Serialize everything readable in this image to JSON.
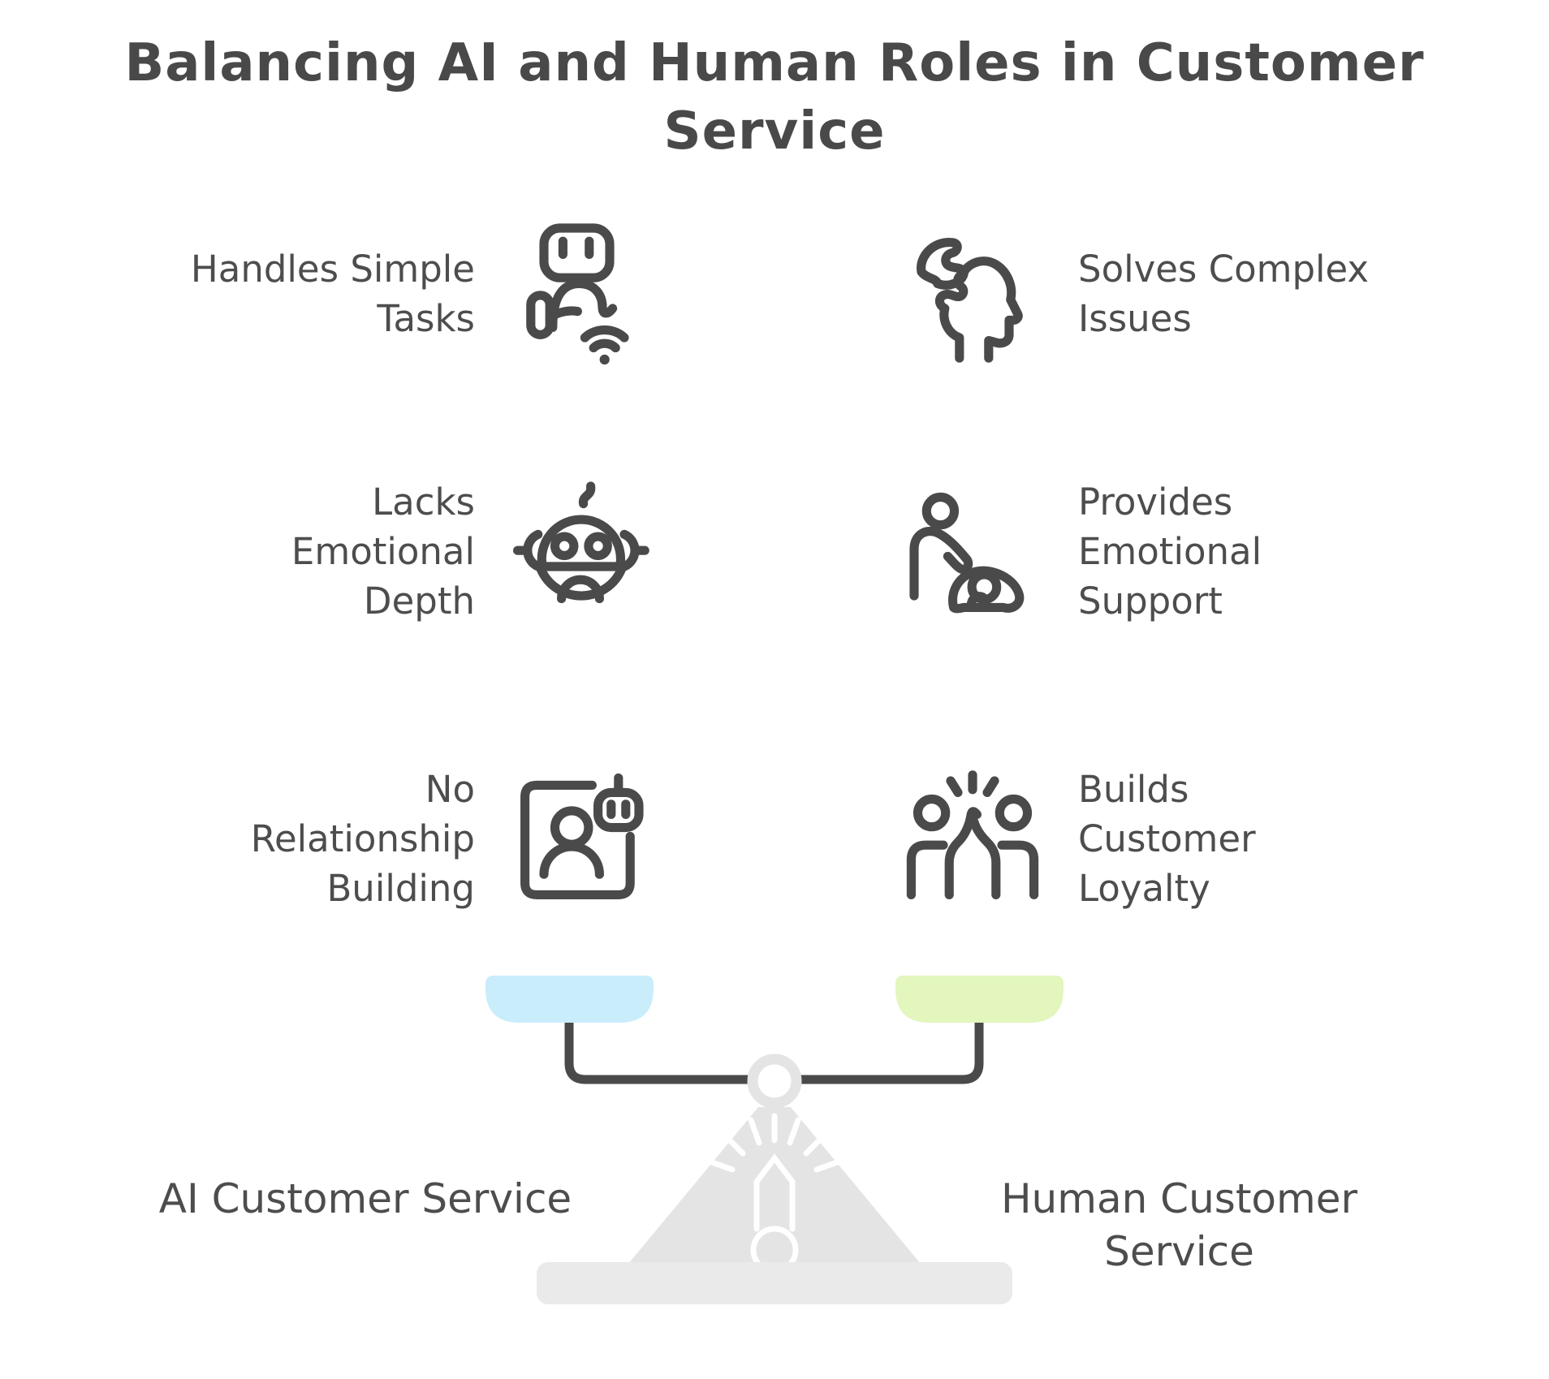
{
  "title": "Balancing AI and Human Roles in Customer Service",
  "columns": {
    "left": {
      "side_label": "AI Customer Service",
      "items": [
        {
          "label": "Handles Simple Tasks",
          "icon": "robot-wifi-icon"
        },
        {
          "label": "Lacks Emotional Depth",
          "icon": "robot-baby-face-icon"
        },
        {
          "label": "No Relationship Building",
          "icon": "robot-profile-card-icon"
        }
      ]
    },
    "right": {
      "side_label": "Human Customer Service",
      "items": [
        {
          "label": "Solves Complex Issues",
          "icon": "head-puzzle-icon"
        },
        {
          "label": "Provides Emotional Support",
          "icon": "emotional-support-icon"
        },
        {
          "label": "Builds Customer Loyalty",
          "icon": "high-five-icon"
        }
      ]
    }
  },
  "scale": {
    "left_pan_color": "#c9edfb",
    "right_pan_color": "#e2f6bd",
    "beam_color": "#4a4a4a",
    "pedestal_color": "#e4e4e4",
    "base_color": "#eaeaea"
  },
  "colors": {
    "text": "#4a4a4a",
    "background": "#ffffff"
  }
}
